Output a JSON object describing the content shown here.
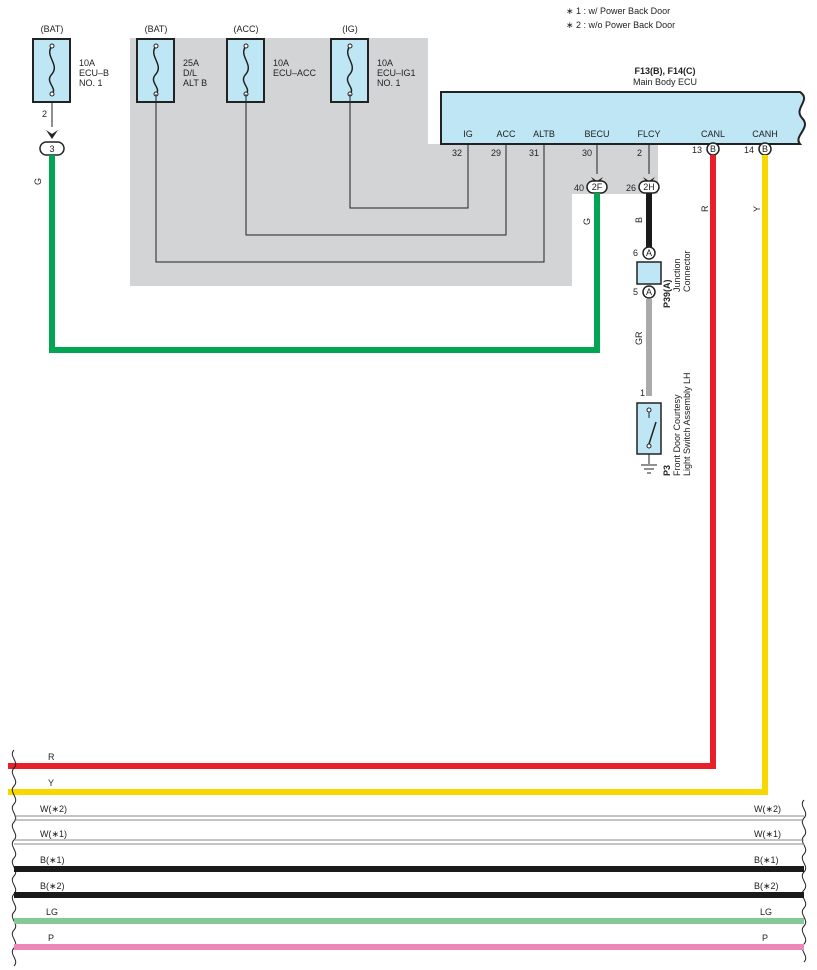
{
  "notes": [
    "∗ 1 : w/ Power Back Door",
    "∗ 2 : w/o Power Back Door"
  ],
  "fuses": [
    {
      "source": "(BAT)",
      "lines": [
        "10A",
        "ECU–B",
        "NO. 1"
      ],
      "pin": "2",
      "connector": "3",
      "wire": "G"
    },
    {
      "source": "(BAT)",
      "lines": [
        "25A",
        "D/L",
        "ALT B"
      ]
    },
    {
      "source": "(ACC)",
      "lines": [
        "10A",
        "ECU–ACC"
      ]
    },
    {
      "source": "(IG)",
      "lines": [
        "10A",
        "ECU–IG1",
        "NO. 1"
      ]
    }
  ],
  "ecu": {
    "id": "F13(B), F14(C)",
    "name": "Main Body ECU",
    "terminals": [
      {
        "name": "IG",
        "pin": "32"
      },
      {
        "name": "ACC",
        "pin": "29"
      },
      {
        "name": "ALTB",
        "pin": "31"
      },
      {
        "name": "BECU",
        "pin": "30"
      },
      {
        "name": "FLCY",
        "pin": "2"
      },
      {
        "name": "CANL",
        "pin": "13",
        "conn": "B"
      },
      {
        "name": "CANH",
        "pin": "14",
        "conn": "B"
      }
    ]
  },
  "connectors": {
    "becu": {
      "pin": "40",
      "id": "2F",
      "wire": "G"
    },
    "flcy": {
      "pin": "26",
      "id": "2H",
      "wire": "B"
    }
  },
  "can_wires": {
    "canl": "R",
    "canh": "Y"
  },
  "junction": {
    "id": "P39(A)",
    "name": [
      "Junction",
      "Connector"
    ],
    "pin_top": "6",
    "pin_bottom": "5",
    "conn": "A",
    "wire_out": "GR"
  },
  "switch": {
    "id": "P3",
    "name": [
      "Front Door Courtesy",
      "Light Switch Assembly LH"
    ],
    "pin": "1"
  },
  "bus": [
    {
      "left": "R",
      "right": "",
      "color": "#e8202a"
    },
    {
      "left": "Y",
      "right": "",
      "color": "#f7d800"
    },
    {
      "left": "W(∗2)",
      "right": "W(∗2)",
      "color": "#ffffff"
    },
    {
      "left": "W(∗1)",
      "right": "W(∗1)",
      "color": "#ffffff"
    },
    {
      "left": "B(∗1)",
      "right": "B(∗1)",
      "color": "#1a1a1a"
    },
    {
      "left": "B(∗2)",
      "right": "B(∗2)",
      "color": "#1a1a1a"
    },
    {
      "left": "LG",
      "right": "LG",
      "color": "#86c998"
    },
    {
      "left": "P",
      "right": "P",
      "color": "#ec87b8"
    }
  ],
  "colors": {
    "green": "#00a651",
    "red": "#e8202a",
    "yellow": "#f7d800",
    "black": "#1a1a1a",
    "gray": "#aaaaaa",
    "shade": "#d3d4d6",
    "part_fill": "#bfe6f5"
  }
}
